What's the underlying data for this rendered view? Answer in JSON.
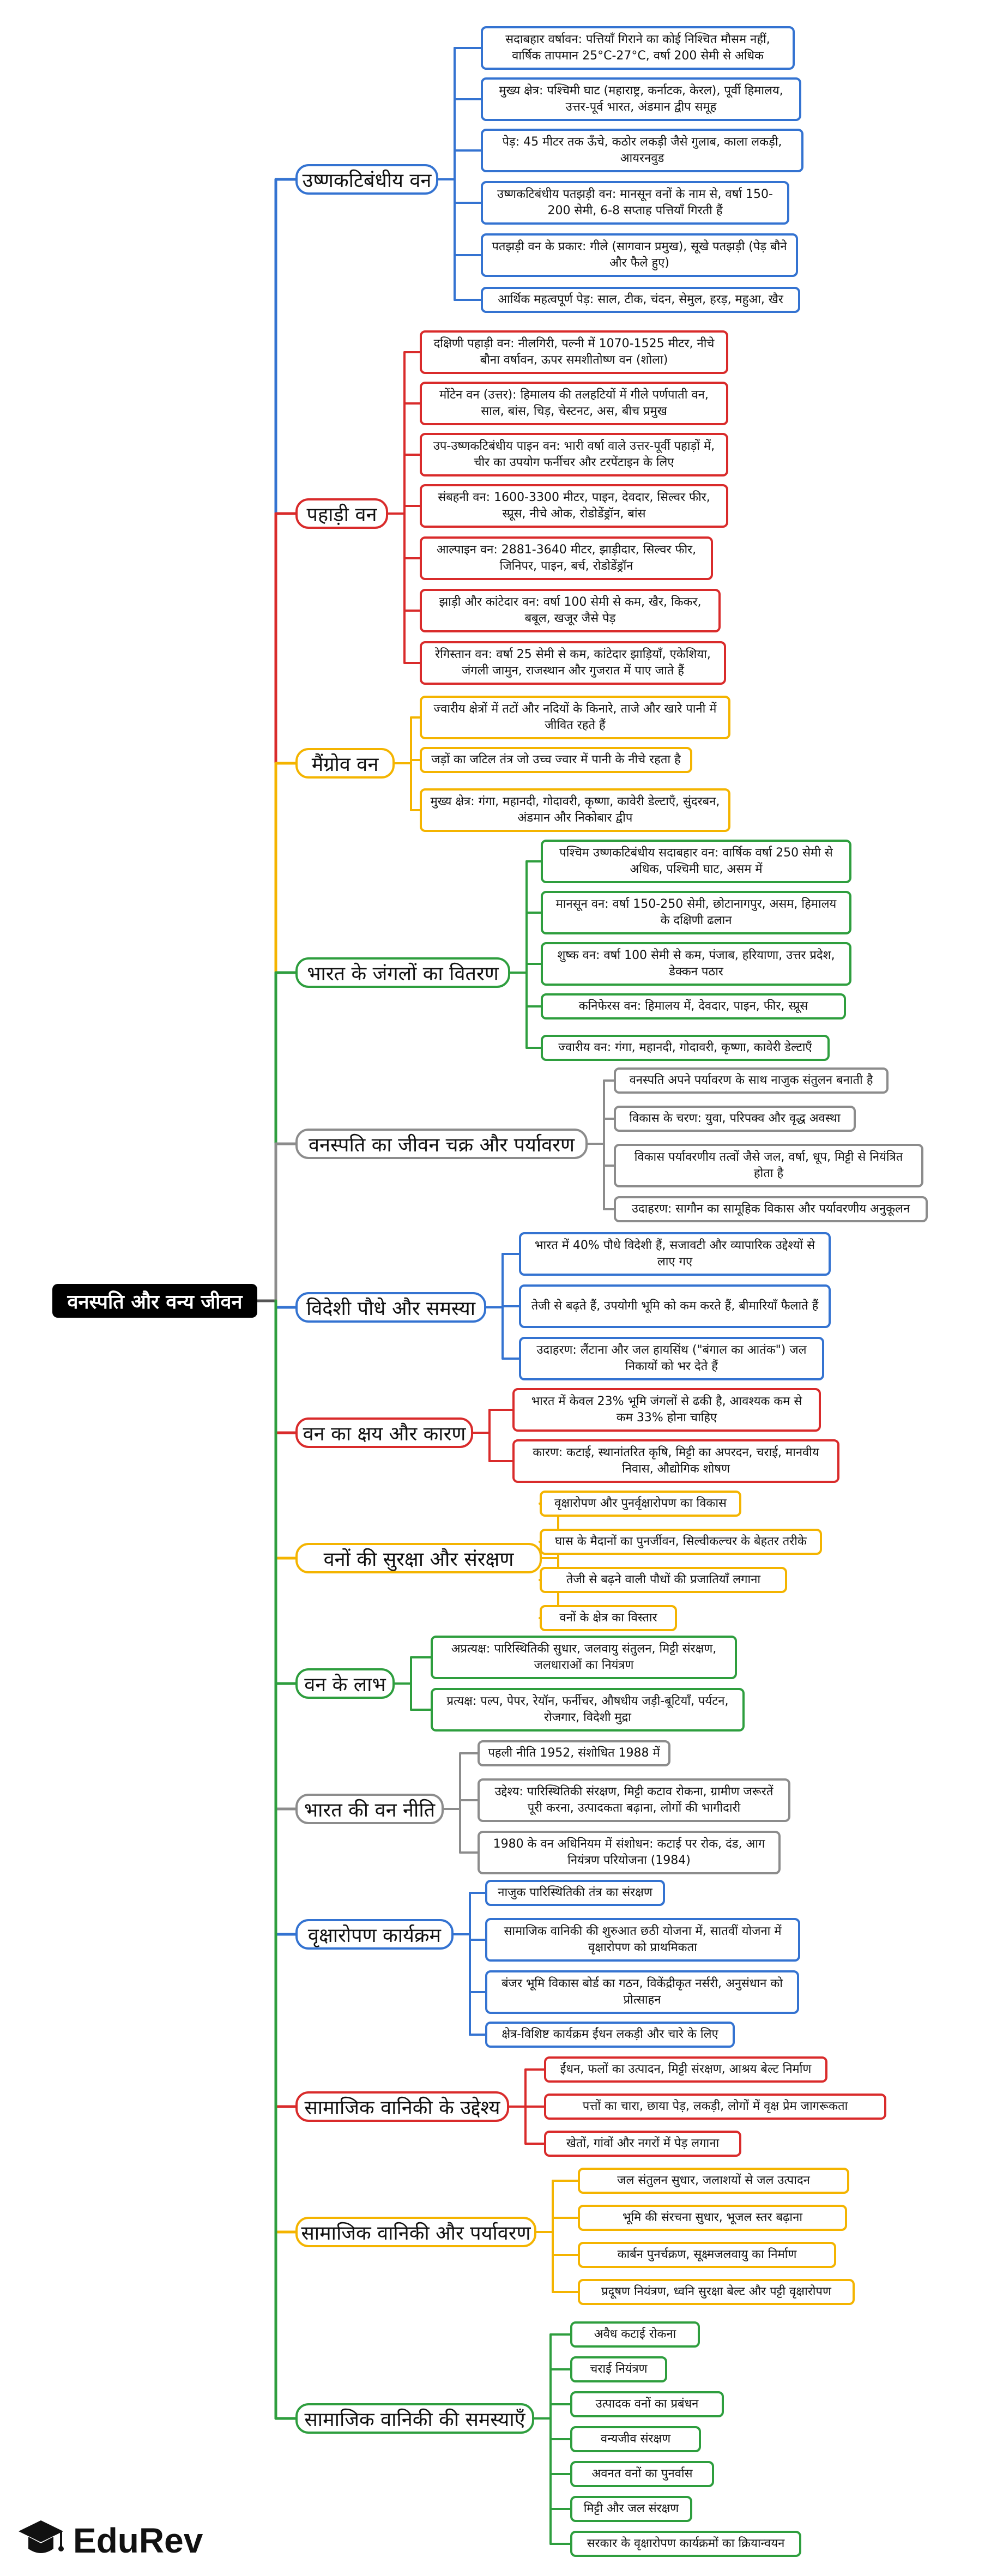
{
  "root": "वनस्पति और वन्य जीवन",
  "branding": "EduRev",
  "colors": {
    "blue": "#3473d1",
    "red": "#d92b2b",
    "yellow": "#f4b400",
    "green": "#2e9e3e",
    "gray": "#8c8c8c"
  },
  "topics": [
    {
      "label": "उष्णकटिबंधीय वन",
      "color": "blue",
      "items": [
        "सदाबहार वर्षावन: पत्तियाँ गिराने का कोई निश्चित मौसम नहीं, वार्षिक तापमान 25°C-27°C, वर्षा 200 सेमी से अधिक",
        "मुख्य क्षेत्र: पश्चिमी घाट (महाराष्ट्र, कर्नाटक, केरल), पूर्वी हिमालय, उत्तर-पूर्व भारत, अंडमान द्वीप समूह",
        "पेड़: 45 मीटर तक ऊँचे, कठोर लकड़ी जैसे गुलाब, काला लकड़ी, आयरनवुड",
        "उष्णकटिबंधीय पतझड़ी वन: मानसून वनों के नाम से, वर्षा 150-200 सेमी, 6-8 सप्ताह पत्तियाँ गिरती हैं",
        "पतझड़ी वन के प्रकार: गीले (सागवान प्रमुख), सूखे पतझड़ी (पेड़ बौने और फैले हुए)",
        "आर्थिक महत्वपूर्ण पेड़: साल, टीक, चंदन, सेमुल, हरड़, महुआ, खैर"
      ]
    },
    {
      "label": "पहाड़ी वन",
      "color": "red",
      "items": [
        "दक्षिणी पहाड़ी वन: नीलगिरी, पल्नी में 1070-1525 मीटर, नीचे बौना वर्षावन, ऊपर समशीतोष्ण वन (शोला)",
        "मोंटेन वन (उत्तर): हिमालय की तलहटियों में गीले पर्णपाती वन, साल, बांस, चिड़, चेस्टनट, अस, बीच प्रमुख",
        "उप-उष्णकटिबंधीय पाइन वन: भारी वर्षा वाले उत्तर-पूर्वी पहाड़ों में, चीर का उपयोग फर्नीचर और टरपेंटाइन के लिए",
        "संबहनी वन: 1600-3300 मीटर, पाइन, देवदार, सिल्वर फीर, स्प्रूस, नीचे ओक, रोडोडेंड्रॉन, बांस",
        "आल्पाइन वन: 2881-3640 मीटर, झाड़ीदार, सिल्वर फीर, जिनिपर, पाइन, बर्च, रोडोडेंड्रॉन",
        "झाड़ी और कांटेदार वन: वर्षा 100 सेमी से कम, खैर, किकर, बबूल, खजूर जैसे पेड़",
        "रेगिस्तान वन: वर्षा 25 सेमी से कम, कांटेदार झाड़ियाँ, एकेशिया, जंगली जामुन, राजस्थान और गुजरात में पाए जाते हैं"
      ]
    },
    {
      "label": "मैंग्रोव वन",
      "color": "yellow",
      "items": [
        "ज्वारीय क्षेत्रों में तटों और नदियों के किनारे, ताजे और खारे पानी में जीवित रहते हैं",
        "जड़ों का जटिल तंत्र जो उच्च ज्वार में पानी के नीचे रहता है",
        "मुख्य क्षेत्र: गंगा, महानदी, गोदावरी, कृष्णा, कावेरी डेल्टाएँ, सुंदरबन, अंडमान और निकोबार द्वीप"
      ]
    },
    {
      "label": "भारत के जंगलों का वितरण",
      "color": "green",
      "items": [
        "पश्चिम उष्णकटिबंधीय सदाबहार वन: वार्षिक वर्षा 250 सेमी से अधिक, पश्चिमी घाट, असम में",
        "मानसून वन: वर्षा 150-250 सेमी, छोटानागपुर, असम, हिमालय के दक्षिणी ढलान",
        "शुष्क वन: वर्षा 100 सेमी से कम, पंजाब, हरियाणा, उत्तर प्रदेश, डेक्कन पठार",
        "कनिफेरस वन: हिमालय में, देवदार, पाइन, फीर, स्प्रूस",
        "ज्वारीय वन: गंगा, महानदी, गोदावरी, कृष्णा, कावेरी डेल्टाएँ"
      ]
    },
    {
      "label": "वनस्पति का जीवन चक्र और पर्यावरण",
      "color": "gray",
      "items": [
        "वनस्पति अपने पर्यावरण के साथ नाजुक संतुलन बनाती है",
        "विकास के चरण: युवा, परिपक्व और वृद्ध अवस्था",
        "विकास पर्यावरणीय तत्वों जैसे जल, वर्षा, धूप, मिट्टी से नियंत्रित होता है",
        "उदाहरण: सागौन का सामूहिक विकास और पर्यावरणीय अनुकूलन"
      ]
    },
    {
      "label": "विदेशी पौधे और समस्या",
      "color": "blue",
      "items": [
        "भारत में 40% पौधे विदेशी हैं, सजावटी और व्यापारिक उद्देश्यों से लाए गए",
        "तेजी से बढ़ते हैं, उपयोगी भूमि को कम करते हैं, बीमारियाँ फैलाते हैं",
        "उदाहरण: लैंटाना और जल हायसिंथ (\"बंगाल का आतंक\") जल निकायों को भर देते हैं"
      ]
    },
    {
      "label": "वन का क्षय और कारण",
      "color": "red",
      "items": [
        "भारत में केवल 23% भूमि जंगलों से ढकी है, आवश्यक कम से कम 33% होना चाहिए",
        "कारण: कटाई, स्थानांतरित कृषि, मिट्टी का अपरदन, चराई, मानवीय निवास, औद्योगिक शोषण"
      ]
    },
    {
      "label": "वनों की सुरक्षा और संरक्षण",
      "color": "yellow",
      "items": [
        "वृक्षारोपण और पुनर्वृक्षारोपण का विकास",
        "घास के मैदानों का पुनर्जीवन, सिल्वीकल्चर के बेहतर तरीके",
        "तेजी से बढ़ने वाली पौधों की प्रजातियाँ लगाना",
        "वनों के क्षेत्र का विस्तार"
      ]
    },
    {
      "label": "वन के लाभ",
      "color": "green",
      "items": [
        "अप्रत्यक्ष: पारिस्थितिकी सुधार, जलवायु संतुलन, मिट्टी संरक्षण, जलधाराओं का नियंत्रण",
        "प्रत्यक्ष: पल्प, पेपर, रेयॉन, फर्नीचर, औषधीय जड़ी-बूटियाँ, पर्यटन, रोजगार, विदेशी मुद्रा"
      ]
    },
    {
      "label": "भारत की वन नीति",
      "color": "gray",
      "items": [
        "पहली नीति 1952, संशोधित 1988 में",
        "उद्देश्य: पारिस्थितिकी संरक्षण, मिट्टी कटाव रोकना, ग्रामीण जरूरतें पूरी करना, उत्पादकता बढ़ाना, लोगों की भागीदारी",
        "1980 के वन अधिनियम में संशोधन: कटाई पर रोक, दंड, आग नियंत्रण परियोजना (1984)"
      ]
    },
    {
      "label": "वृक्षारोपण कार्यक्रम",
      "color": "blue",
      "items": [
        "नाजुक पारिस्थितिकी तंत्र का संरक्षण",
        "सामाजिक वानिकी की शुरुआत छठी योजना में, सातवीं योजना में वृक्षारोपण को प्राथमिकता",
        "बंजर भूमि विकास बोर्ड का गठन, विकेंद्रीकृत नर्सरी, अनुसंधान को प्रोत्साहन",
        "क्षेत्र-विशिष्ट कार्यक्रम ईंधन लकड़ी और चारे के लिए"
      ]
    },
    {
      "label": "सामाजिक वानिकी के उद्देश्य",
      "color": "red",
      "items": [
        "ईंधन, फलों का उत्पादन, मिट्टी संरक्षण, आश्रय बेल्ट निर्माण",
        "पत्तों का चारा, छाया पेड़, लकड़ी, लोगों में वृक्ष प्रेम जागरूकता",
        "खेतों, गांवों और नगरों में पेड़ लगाना"
      ]
    },
    {
      "label": "सामाजिक वानिकी और पर्यावरण",
      "color": "yellow",
      "items": [
        "जल संतुलन सुधार, जलाशयों से जल उत्पादन",
        "भूमि की संरचना सुधार, भूजल स्तर बढ़ाना",
        "कार्बन पुनर्चक्रण, सूक्ष्मजलवायु का निर्माण",
        "प्रदूषण नियंत्रण, ध्वनि सुरक्षा बेल्ट और पट्टी वृक्षारोपण"
      ]
    },
    {
      "label": "सामाजिक वानिकी की समस्याएँ",
      "color": "green",
      "items": [
        "अवैध कटाई रोकना",
        "चराई नियंत्रण",
        "उत्पादक वनों का प्रबंधन",
        "वन्यजीव संरक्षण",
        "अवनत वनों का पुनर्वास",
        "मिट्टी और जल संरक्षण",
        "सरकार के वृक्षारोपण कार्यक्रमों का क्रियान्वयन"
      ]
    }
  ]
}
